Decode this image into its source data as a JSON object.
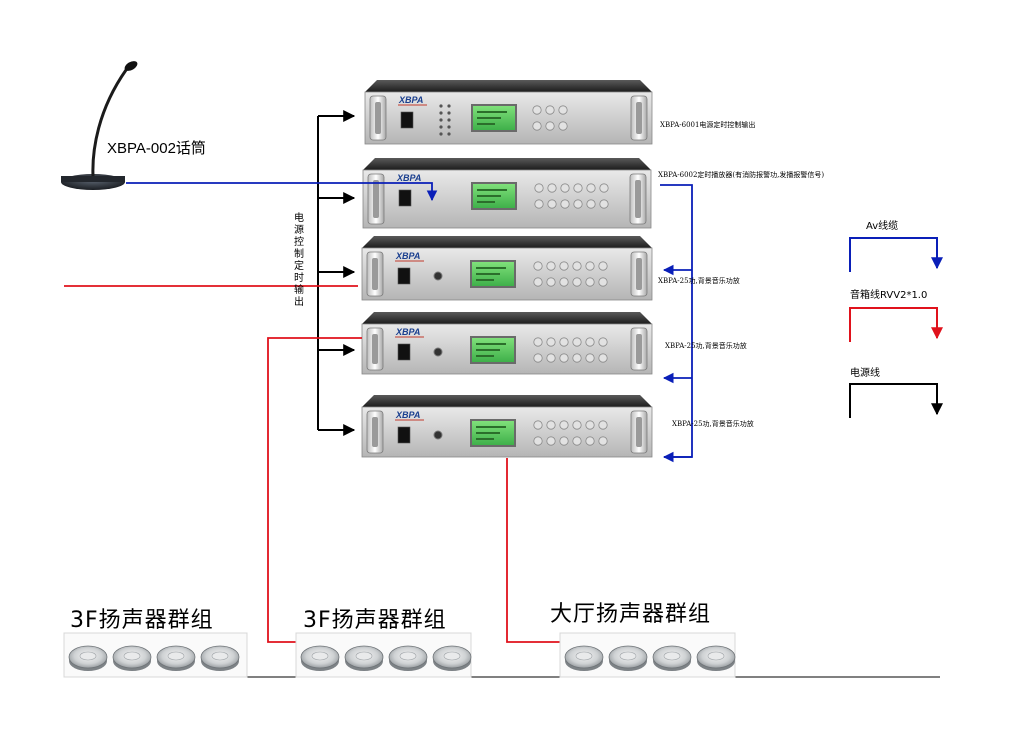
{
  "microphone": {
    "label": "XBPA-002话筒"
  },
  "vertical_label": "电源控制定时输出",
  "units": [
    {
      "brand": "XBPA",
      "label": "XBPA-6001电源定时控制输出"
    },
    {
      "brand": "XBPA",
      "label": "XBPA-6002定时播放器(有消防报警功,发播报警信号)"
    },
    {
      "brand": "XBPA",
      "label": "XBPA-25功,背景音乐功放"
    },
    {
      "brand": "XBPA",
      "label": "XBPA-25功,背景音乐功放"
    },
    {
      "brand": "XBPA",
      "label": "XBPA-25功,背景音乐功放"
    }
  ],
  "legend": {
    "items": [
      {
        "label": "Av线缆",
        "color": "#0a1fb8"
      },
      {
        "label": "音箱线RVV2*1.0",
        "color": "#e0121c"
      },
      {
        "label": "电源线",
        "color": "#000000"
      }
    ]
  },
  "speaker_groups": [
    {
      "label": "3F扬声器群组"
    },
    {
      "label": "3F扬声器群组"
    },
    {
      "label": "大厅扬声器群组"
    }
  ]
}
